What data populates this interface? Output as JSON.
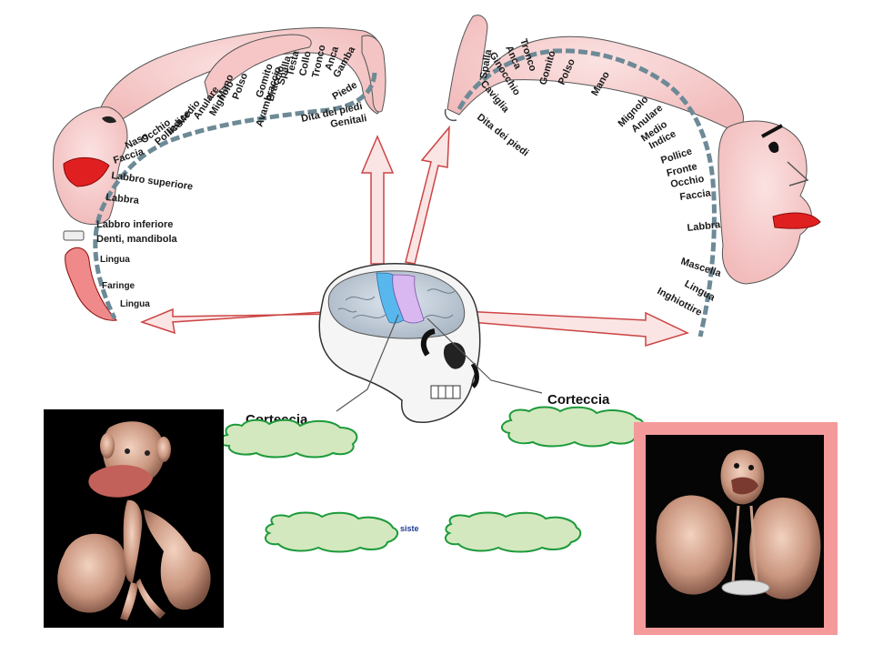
{
  "sensory_labels": [
    "Genitali",
    "Dita dei piedi",
    "Piede",
    "Gamba",
    "Anca",
    "Tronco",
    "Collo",
    "Testa",
    "Spalla",
    "Braccio",
    "Gomito",
    "Avambraccio",
    "Polso",
    "Mano",
    "Mignolo",
    "Anulare",
    "Medio",
    "Indice",
    "Pollice",
    "Occhio",
    "Naso",
    "Faccia",
    "Labbro superiore",
    "Labbra",
    "Labbro inferiore",
    "Denti, mandibola",
    "Lingua",
    "Faringe",
    "Lingua"
  ],
  "motor_labels": [
    "Dita dei piedi",
    "Caviglia",
    "Ginocchio",
    "Anca",
    "Tronco",
    "Spalla",
    "Gomito",
    "Polso",
    "Mano",
    "Mignolo",
    "Anulare",
    "Medio",
    "Indice",
    "Pollice",
    "Fronte",
    "Occhio",
    "Faccia",
    "Labbra",
    "Mascella",
    "Lingua",
    "Inghiottire"
  ],
  "cortex_left_label": "Corteccia",
  "cortex_right_label": "Corteccia",
  "center_fragment": "siste",
  "colors": {
    "homunculus_skin": "#f7d0d0",
    "lips": "#e02020",
    "arrow_fill": "#fbe4e4",
    "arrow_stroke": "#cc4444",
    "cloud_fill": "#d3e8bf",
    "cloud_stroke": "#1c9a3a",
    "sensory_strip": "#c8a7ee",
    "motor_strip": "#58b8ee",
    "right_frame": "#f59a9a",
    "photo_bg": "#000000"
  },
  "icons": [
    "sensory-homunculus-icon",
    "motor-homunculus-icon",
    "brain-skull-icon",
    "sensory-homunculus-model-icon",
    "motor-homunculus-model-icon"
  ]
}
